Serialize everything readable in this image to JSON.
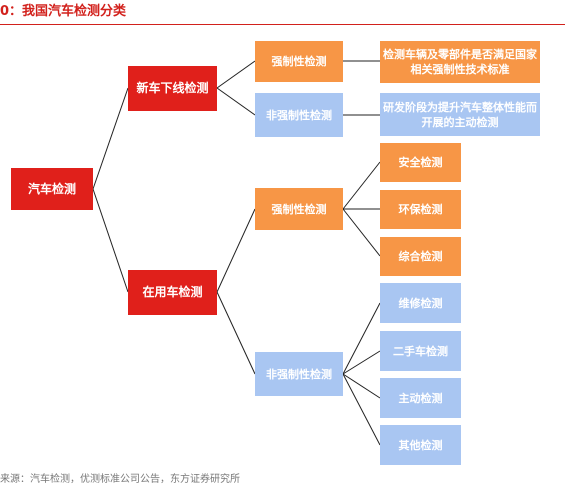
{
  "figure": {
    "title": "0：我国汽车检测分类",
    "source": "来源：汽车检测，优测标准公司公告，东方证券研究所"
  },
  "tree": {
    "root": "汽车检测",
    "new_car": {
      "label": "新车下线检测",
      "mandatory": {
        "label": "强制性检测",
        "note": "检测车辆及零部件是否满足国家相关强制性技术标准"
      },
      "non_mandatory": {
        "label": "非强制性检测",
        "note": "研发阶段为提升汽车整体性能而开展的主动检测"
      }
    },
    "in_use": {
      "label": "在用车检测",
      "mandatory": {
        "label": "强制性检测",
        "items": [
          "安全检测",
          "环保检测",
          "综合检测"
        ]
      },
      "non_mandatory": {
        "label": "非强制性检测",
        "items": [
          "维修检测",
          "二手车检测",
          "主动检测",
          "其他检测"
        ]
      }
    }
  },
  "colors": {
    "red": "#e0201b",
    "orange": "#f79646",
    "blue": "#a9c6f2",
    "title_red": "#d2211c"
  }
}
